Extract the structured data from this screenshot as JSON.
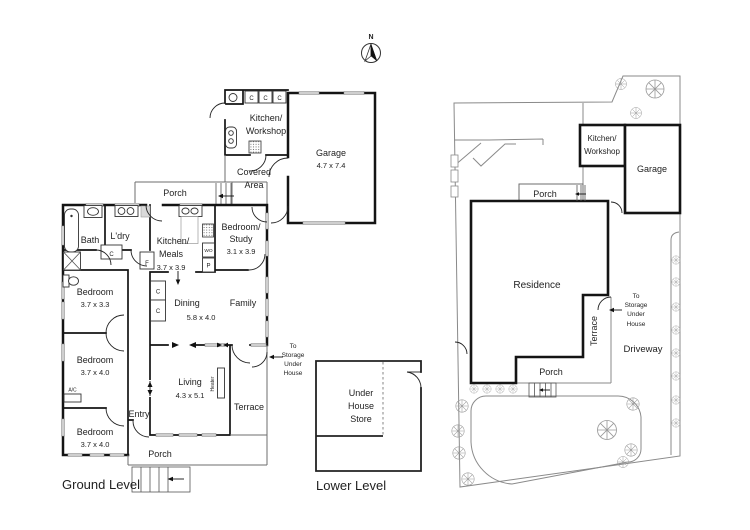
{
  "colors": {
    "wall": "#141414",
    "thin_line": "#8a8a8a",
    "window_fill": "#cfcfcf",
    "text": "#1f1f1f",
    "background": "#ffffff"
  },
  "north": {
    "label": "N"
  },
  "ground": {
    "caption": "Ground Level",
    "porch_upper": "Porch",
    "porch_lower": "Porch",
    "bath": "Bath",
    "laundry": "L'dry",
    "closet_hall": "C",
    "fridge": "F",
    "kitchen": {
      "l1": "Kitchen/",
      "l2": "Meals",
      "dims": "3.7 x 3.9"
    },
    "wall_oven": "WO",
    "pantry": "P",
    "bed_study": {
      "l1": "Bedroom/",
      "l2": "Study",
      "dims": "3.1 x 3.9"
    },
    "bed1": {
      "name": "Bedroom",
      "dims": "3.7 x 3.3"
    },
    "bed2": {
      "name": "Bedroom",
      "dims": "3.7 x 4.0"
    },
    "bed3": {
      "name": "Bedroom",
      "dims": "3.7 x 4.0"
    },
    "closet_a": "C",
    "closet_b": "C",
    "dining": "Dining",
    "family": "Family",
    "dining_dims": "5.8 x 4.0",
    "living": {
      "name": "Living",
      "dims": "4.3 x 5.1"
    },
    "entry": "Entry",
    "terrace": "Terrace",
    "heater": "Heater",
    "ac": "A/C",
    "to_storage": {
      "l1": "To",
      "l2": "Storage",
      "l3": "Under",
      "l4": "House"
    },
    "upper": {
      "kw": {
        "l1": "Kitchen/",
        "l2": "Workshop"
      },
      "covered": {
        "l1": "Covered",
        "l2": "Area"
      },
      "garage": {
        "name": "Garage",
        "dims": "4.7 x 7.4"
      },
      "c1": "C",
      "c2": "C",
      "c3": "C"
    }
  },
  "lower": {
    "caption": "Lower Level",
    "store": {
      "l1": "Under",
      "l2": "House",
      "l3": "Store"
    }
  },
  "site": {
    "kw": {
      "l1": "Kitchen/",
      "l2": "Workshop"
    },
    "garage": "Garage",
    "porch_top": "Porch",
    "residence": "Residence",
    "terrace": "Terrace",
    "porch_bottom": "Porch",
    "driveway": "Driveway",
    "to_storage": {
      "l1": "To",
      "l2": "Storage",
      "l3": "Under",
      "l4": "House"
    }
  }
}
